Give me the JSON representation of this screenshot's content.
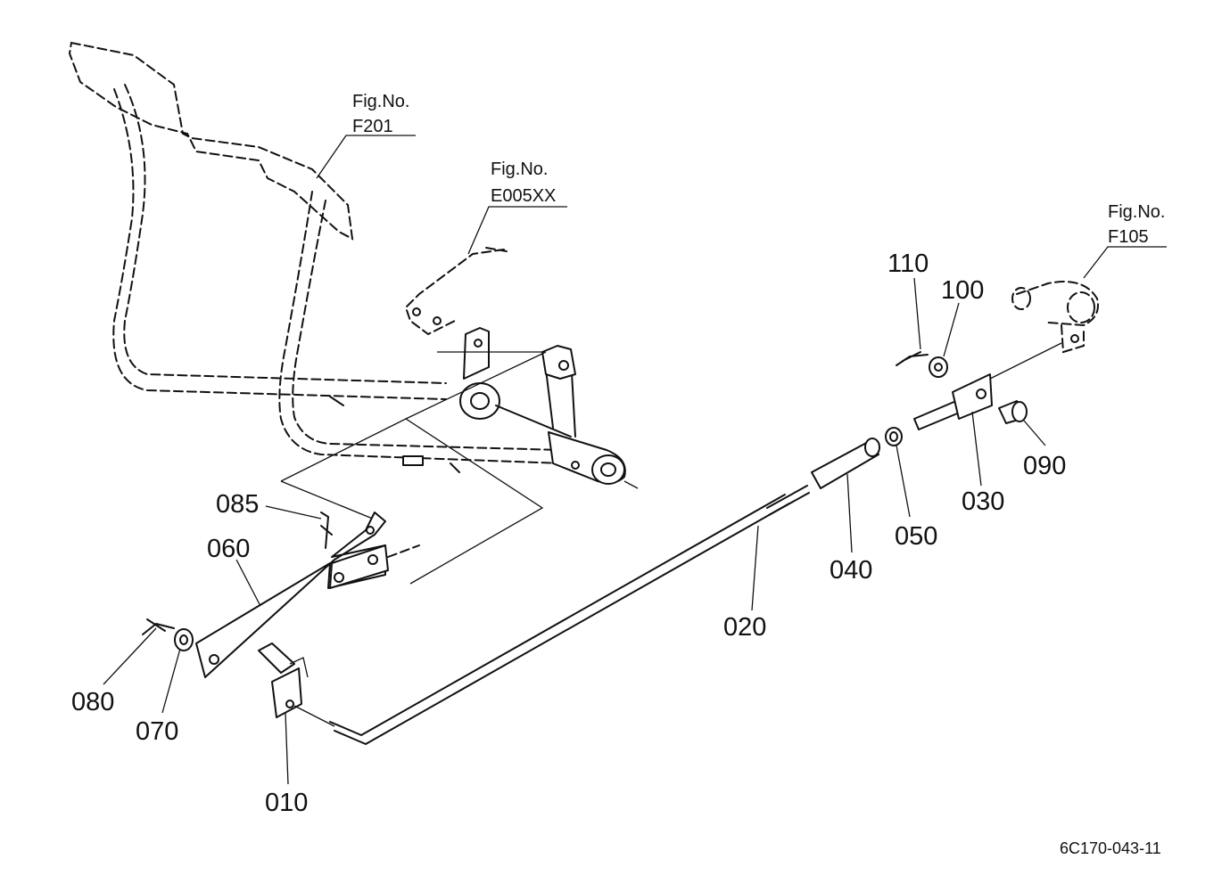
{
  "figure_refs": {
    "f201": {
      "line1": "Fig.No.",
      "line2": "F201"
    },
    "e005": {
      "line1": "Fig.No.",
      "line2": "E005XX"
    },
    "f105": {
      "line1": "Fig.No.",
      "line2": "F105"
    }
  },
  "part_labels": {
    "p110": "110",
    "p100": "100",
    "p090": "090",
    "p030": "030",
    "p050": "050",
    "p040": "040",
    "p020": "020",
    "p085": "085",
    "p060": "060",
    "p080": "080",
    "p070": "070",
    "p010": "010"
  },
  "drawing_code": "6C170-043-11"
}
